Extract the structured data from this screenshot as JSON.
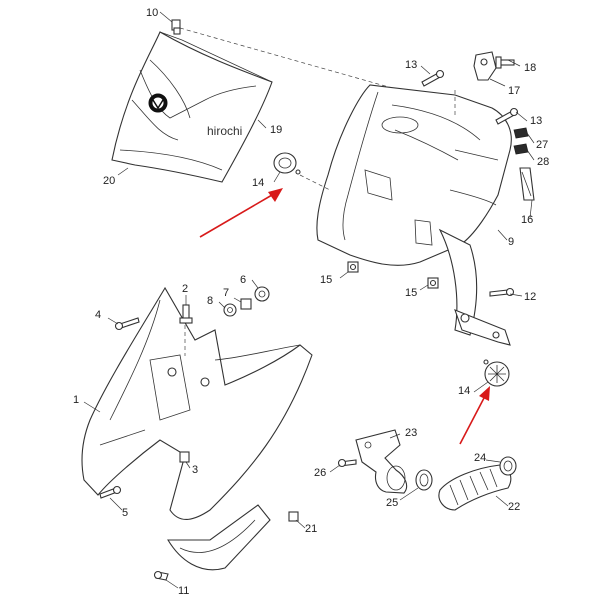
{
  "watermark": "hirochi",
  "callouts": [
    "10",
    "13",
    "17",
    "18",
    "13",
    "27",
    "28",
    "19",
    "20",
    "14",
    "16",
    "9",
    "15",
    "15",
    "12",
    "6",
    "7",
    "8",
    "2",
    "4",
    "1",
    "14",
    "23",
    "24",
    "26",
    "25",
    "22",
    "3",
    "5",
    "21",
    "11"
  ],
  "accent_color": "#d81a1a",
  "icons": [
    "yamaha-emblem-icon",
    "red-arrow-icon"
  ]
}
